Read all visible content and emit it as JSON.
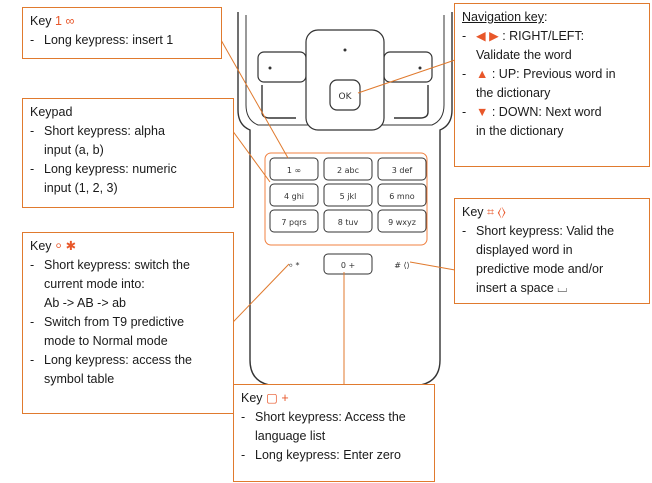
{
  "key1": {
    "title": "Key",
    "key_glyph": "1 ∞",
    "bullets": [
      "Long keypress: insert 1"
    ]
  },
  "keypad": {
    "title": "Keypad",
    "bullets": [
      {
        "l1": "Short keypress: alpha",
        "l2": "input (a, b)"
      },
      {
        "l1": "Long keypress: numeric",
        "l2": "input (1, 2, 3)"
      }
    ]
  },
  "keystar": {
    "title": "Key",
    "key_glyph": "⸰ ✱",
    "bullets": [
      {
        "lines": [
          "Short keypress: switch the",
          "current mode into:",
          "Ab -> AB -> ab"
        ]
      },
      {
        "lines": [
          "Switch from T9 predictive",
          "mode to Normal mode"
        ]
      },
      {
        "lines": [
          "Long keypress: access the",
          "symbol table"
        ]
      }
    ]
  },
  "nav": {
    "title": "Navigation key",
    "title_suffix": ":",
    "items": [
      {
        "arrows": "◀ ▶",
        "lines": [
          ": RIGHT/LEFT:",
          "Validate the word"
        ]
      },
      {
        "arrows": "▲",
        "lines": [
          ": UP: Previous word in",
          "the dictionary"
        ]
      },
      {
        "arrows": "▼",
        "lines": [
          ": DOWN: Next word",
          "in the dictionary"
        ]
      }
    ],
    "colors": {
      "accent": "#e8572a"
    }
  },
  "keyhash": {
    "title": "Key",
    "key_glyph": "⌗ ⟨⟩",
    "bullets": [
      {
        "lines": [
          "Short keypress: Valid the",
          "displayed word in",
          "predictive mode and/or",
          "insert a space ⌴"
        ]
      }
    ]
  },
  "key0": {
    "title": "Key",
    "key_glyph": "▢ +",
    "bullets": [
      {
        "lines": [
          "Short keypress: Access the",
          "language list"
        ]
      },
      {
        "lines": [
          "Long keypress: Enter zero"
        ]
      }
    ]
  },
  "phone": {
    "ok": "OK",
    "keys": [
      {
        "n": "1",
        "t": "∞"
      },
      {
        "n": "2",
        "t": "abc"
      },
      {
        "n": "3",
        "t": "def"
      },
      {
        "n": "4",
        "t": "ghi"
      },
      {
        "n": "5",
        "t": "jkl"
      },
      {
        "n": "6",
        "t": "mno"
      },
      {
        "n": "7",
        "t": "pqrs"
      },
      {
        "n": "8",
        "t": "tuv"
      },
      {
        "n": "9",
        "t": "wxyz"
      },
      {
        "n": "⸰",
        "t": "*"
      },
      {
        "n": "0",
        "t": "+"
      },
      {
        "n": "#",
        "t": "⟨⟩"
      }
    ]
  }
}
